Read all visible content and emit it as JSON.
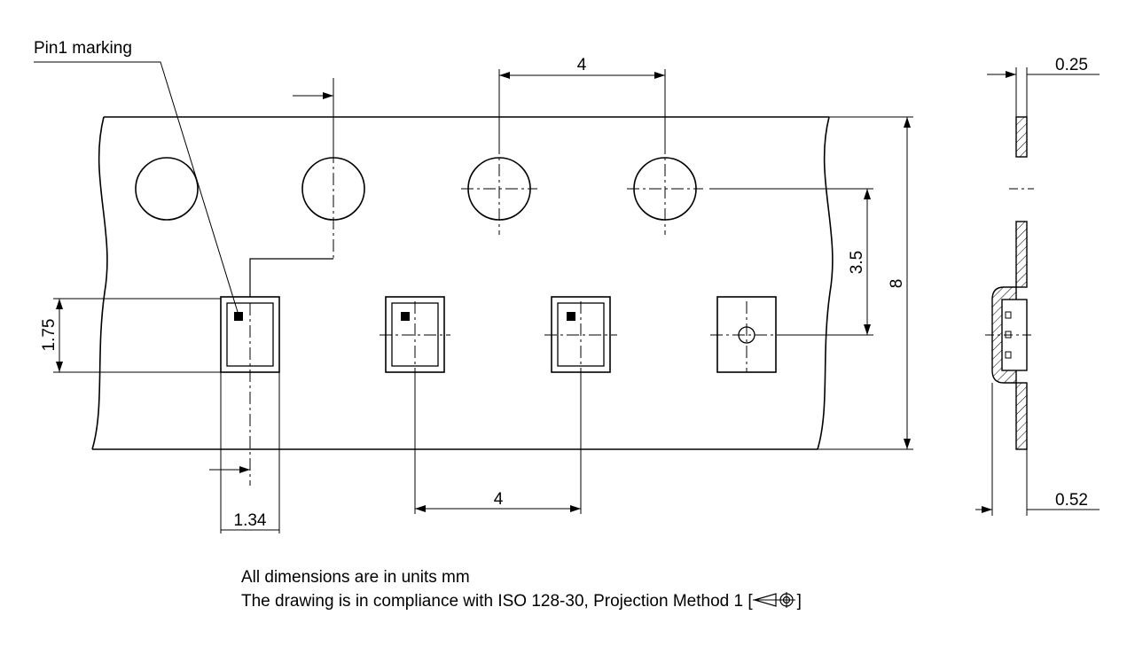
{
  "labels": {
    "pin1": "Pin1 marking",
    "pitch_holes": "4",
    "pitch_pockets": "4",
    "hole_to_pocket": "3.5",
    "tape_width": "8",
    "edge_to_pocket": "1.75",
    "pocket_offset": "1.34",
    "cover_thickness": "0.25",
    "total_thickness": "0.52"
  },
  "notes": {
    "line1": "All dimensions are in units mm",
    "line2_prefix": "The drawing is in compliance with ISO 128-30, Projection Method 1 [",
    "line2_suffix": "]"
  }
}
